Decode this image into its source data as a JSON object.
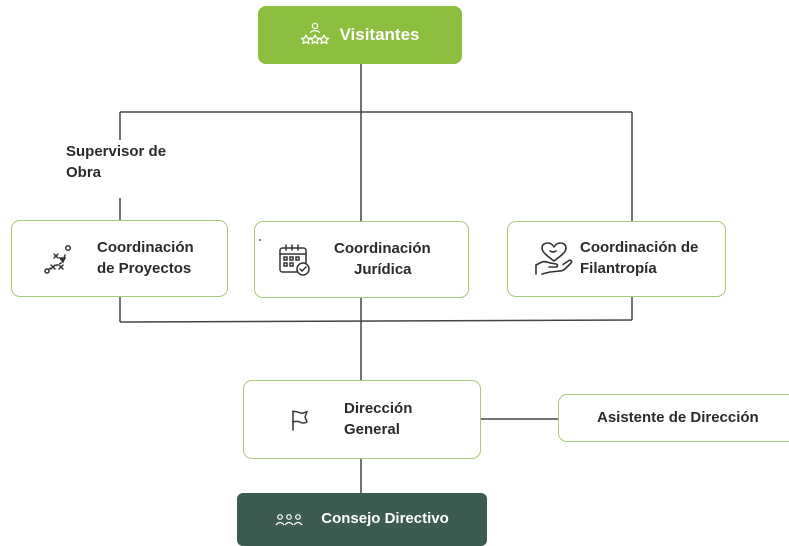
{
  "colors": {
    "accent_green": "#8dbf3f",
    "node_border": "#a9c97a",
    "dark_green": "#3c5c50",
    "connector": "#444444"
  },
  "nodes": {
    "visitantes": {
      "label": "Visitantes",
      "icon": "stars-icon"
    },
    "supervisor": {
      "line1": "Supervisor de",
      "line2": "Obra"
    },
    "proyectos": {
      "line1": "Coordinación",
      "line2": "de Proyectos",
      "icon": "strategy-icon"
    },
    "juridica": {
      "line1": "Coordinación",
      "line2": "Jurídica",
      "icon": "calendar-check-icon"
    },
    "filantropia": {
      "line1": "Coordinación de",
      "line2": "Filantropía",
      "icon": "heart-hand-icon"
    },
    "direccion": {
      "line1": "Dirección",
      "line2": "General",
      "icon": "flag-icon"
    },
    "asistente": {
      "label": "Asistente de Dirección"
    },
    "consejo": {
      "label": "Consejo Directivo",
      "icon": "group-icon"
    }
  }
}
